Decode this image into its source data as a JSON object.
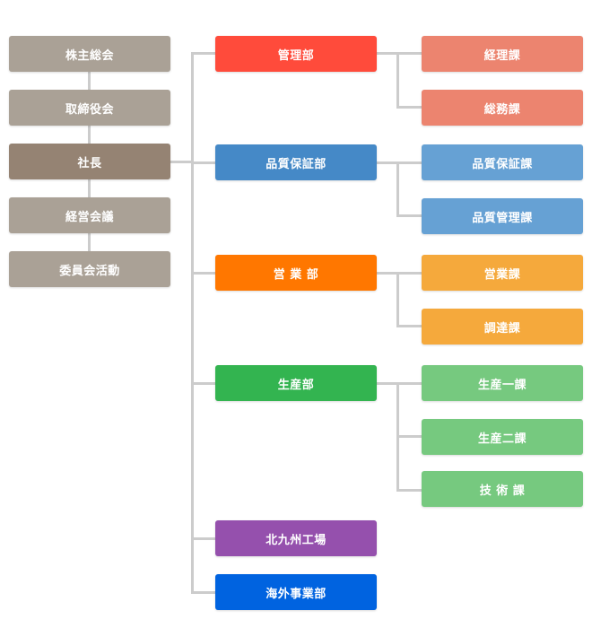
{
  "colors": {
    "line": "#cccccc",
    "exec": "#aaa196",
    "president": "#958373",
    "admin": "#ff4b3b",
    "admin_sub": "#ec846f",
    "quality": "#4589c7",
    "quality_sub": "#66a1d4",
    "sales": "#ff7700",
    "sales_sub": "#f5a93c",
    "production": "#33b450",
    "production_sub": "#76c97f",
    "kitakyushu": "#9550ad",
    "overseas": "#0063e0"
  },
  "executive": [
    "株主総会",
    "取締役会",
    "社長",
    "経営会議",
    "委員会活動"
  ],
  "departments": [
    {
      "name": "管理部",
      "sections": [
        "経理課",
        "総務課"
      ]
    },
    {
      "name": "品質保証部",
      "sections": [
        "品質保証課",
        "品質管理課"
      ]
    },
    {
      "name": "営 業 部",
      "sections": [
        "営業課",
        "調達課"
      ]
    },
    {
      "name": "生産部",
      "sections": [
        "生産一課",
        "生産二課",
        "技 術 課"
      ]
    },
    {
      "name": "北九州工場",
      "sections": []
    },
    {
      "name": "海外事業部",
      "sections": []
    }
  ]
}
